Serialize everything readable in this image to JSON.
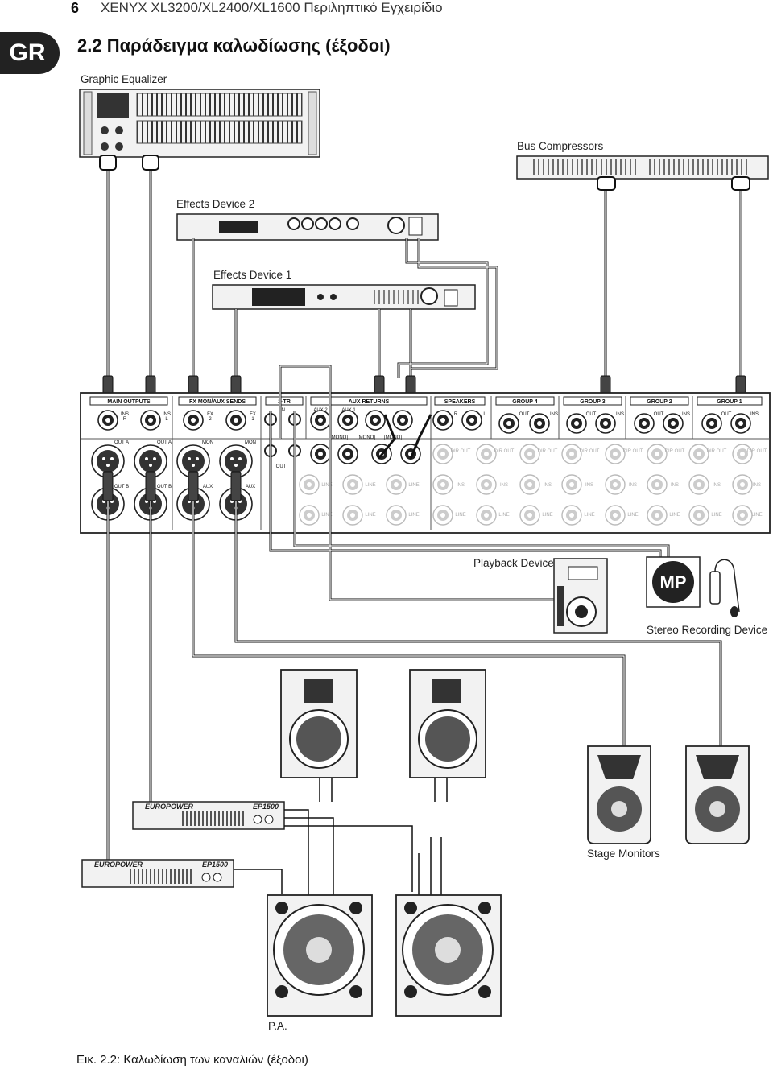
{
  "header": {
    "page_number": "6",
    "running_title": "XENYX XL3200/XL2400/XL1600 Περιληπτικό Εγχειρίδιο",
    "language_badge": "GR"
  },
  "section_title": "2.2 Παράδειγμα καλωδίωσης (έξοδοι)",
  "devices": {
    "graphic_eq": "Graphic Equalizer",
    "bus_comp": "Bus Compressors",
    "fx2": "Effects Device 2",
    "fx1": "Effects Device 1",
    "playback": "Playback Device",
    "stereo_rec": "Stereo Recording Device",
    "stage_monitors": "Stage Monitors",
    "pa": "P.A."
  },
  "mixer": {
    "sections": [
      "MAIN OUTPUTS",
      "FX MON/AUX SENDS",
      "2-TR",
      "AUX RETURNS",
      "SPEAKERS",
      "GROUP 4",
      "GROUP 3",
      "GROUP 2",
      "GROUP 1"
    ],
    "jack_labels": {
      "ins": "INS",
      "r": "R",
      "l": "L",
      "fx": "FX",
      "fx2": "2",
      "fx1": "1",
      "in": "IN",
      "out": "OUT",
      "out_a": "OUT A",
      "out_b": "OUT B",
      "mon": "MON",
      "aux": "AUX",
      "aux2": "AUX 2",
      "aux1": "AUX 1",
      "dir_out": "DIR OUT",
      "line": "LINE",
      "mono": "(MONO)"
    }
  },
  "amp_model_1": "EP1500",
  "amp_model_2": "EP1500",
  "amp_brand": "EUROPOWER",
  "mp_logo": "MP",
  "figure_caption": "Εικ. 2.2: Καλωδίωση των καναλιών (έξοδοι)"
}
